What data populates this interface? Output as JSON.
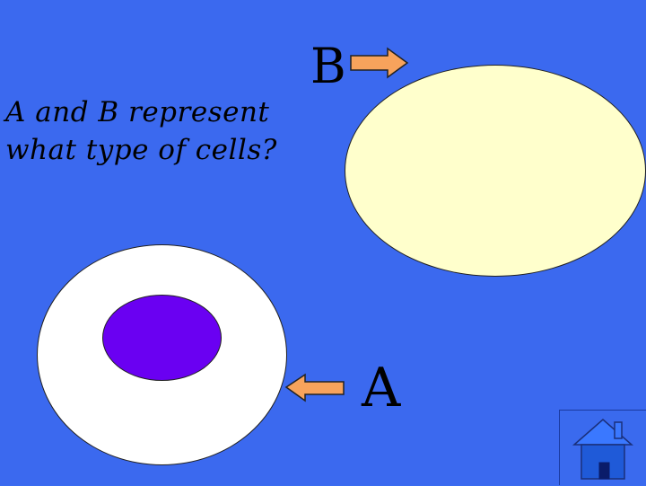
{
  "question": {
    "line1": "A and B represent",
    "line2": "what type of cells?"
  },
  "labels": {
    "b": "B",
    "a": "A"
  },
  "icons": {
    "arrow_b": "arrow-right-icon",
    "arrow_a": "arrow-left-icon",
    "home": "home-icon"
  },
  "colors": {
    "background": "#3b69ef",
    "cell_b_fill": "#ffffcc",
    "cell_a_fill": "#ffffff",
    "nucleus_fill": "#6a00f2",
    "arrow_fill": "#f7a35c"
  }
}
